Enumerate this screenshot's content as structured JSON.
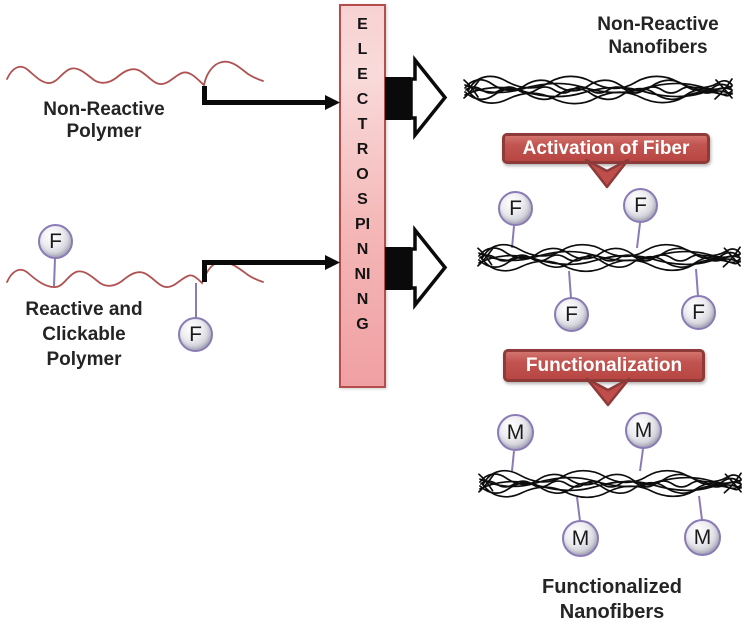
{
  "left_panel": {
    "polymer1_label": "Non-Reactive\nPolymer",
    "polymer2_label": "Reactive and\nClickable\nPolymer"
  },
  "process_box": {
    "label": "ELECTROSPINNING"
  },
  "right_panel": {
    "product1_label": "Non-Reactive\nNanofibers",
    "step1_label": "Activation of Fiber",
    "step2_label": "Functionalization",
    "final_label": "Functionalized\nNanofibers"
  },
  "groups": {
    "functional": "F",
    "modifier": "M"
  },
  "colors": {
    "polymer_line": "#b05252",
    "node_border": "#8a7ab5",
    "process_box_fill": "#f4b6b6",
    "process_box_border": "#b64d4d",
    "step_box_fill": "#c0504d",
    "step_box_border": "#8e3a38",
    "step_text": "#ffffff",
    "ink": "#242424"
  }
}
